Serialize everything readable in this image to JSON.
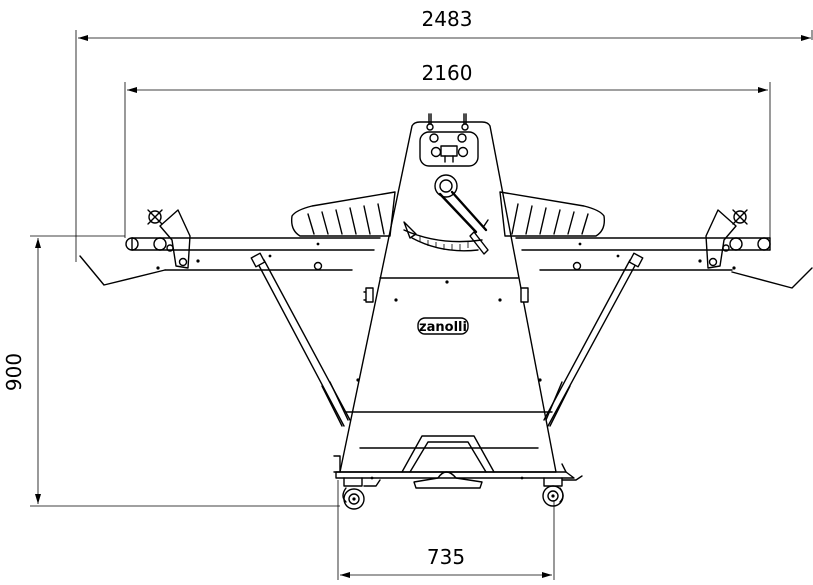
{
  "drawing": {
    "dimensions": {
      "overall_width": "2483",
      "table_width": "2160",
      "height": "900",
      "base_width": "735"
    },
    "brand_logo": "zanolli"
  }
}
